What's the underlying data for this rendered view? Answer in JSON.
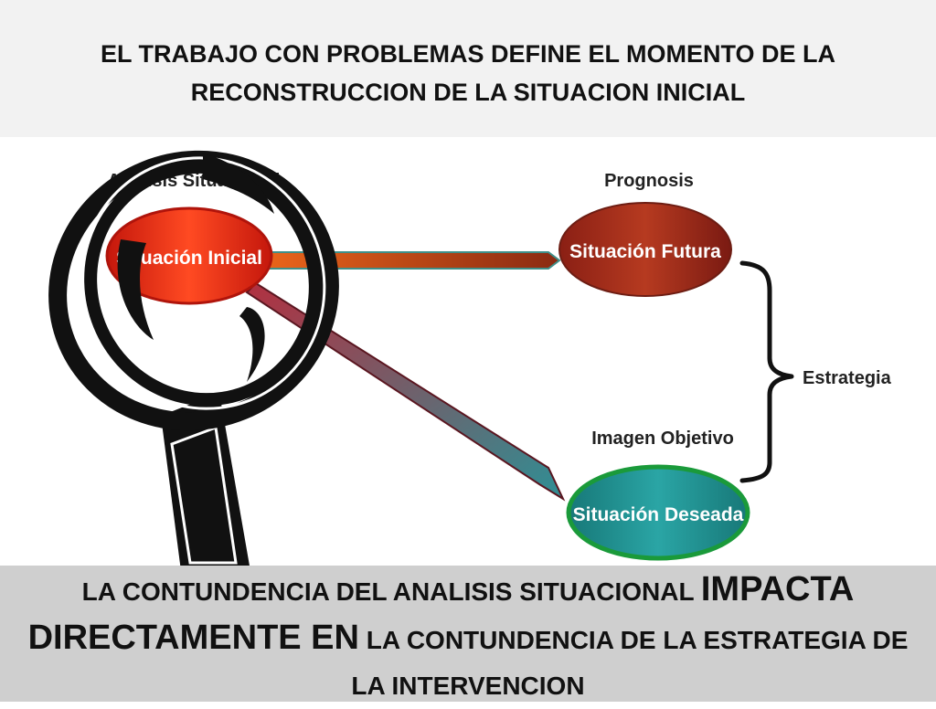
{
  "header": {
    "title": "EL TRABAJO CON PROBLEMAS DEFINE EL MOMENTO DE LA RECONSTRUCCION DE LA SITUACION INICIAL"
  },
  "diagram": {
    "analysis_label": "Análisis Situacional",
    "prognosis_label": "Prognosis",
    "image_label": "Imagen Objetivo",
    "strategy_label": "Estrategia",
    "node_initial": "Situación Inicial",
    "node_future": "Situación Futura",
    "node_desired": "Situación Deseada",
    "colors": {
      "initial_fill": "#e8321a",
      "future_fill": "#a6291a",
      "desired_fill": "#1f8f8f",
      "desired_stroke": "#1a9a3a",
      "arrow_top": "#e5531c",
      "arrow_bottom": "#9b2a3c",
      "magnifier": "#111111"
    },
    "icons": [
      "magnifying-glass-icon",
      "curly-brace-icon"
    ]
  },
  "footer": {
    "part1": "LA CONTUNDENCIA DEL ANALISIS SITUACIONAL",
    "emphasis": "IMPACTA DIRECTAMENTE EN",
    "part2": "LA CONTUNDENCIA DE LA ESTRATEGIA DE LA INTERVENCION"
  }
}
